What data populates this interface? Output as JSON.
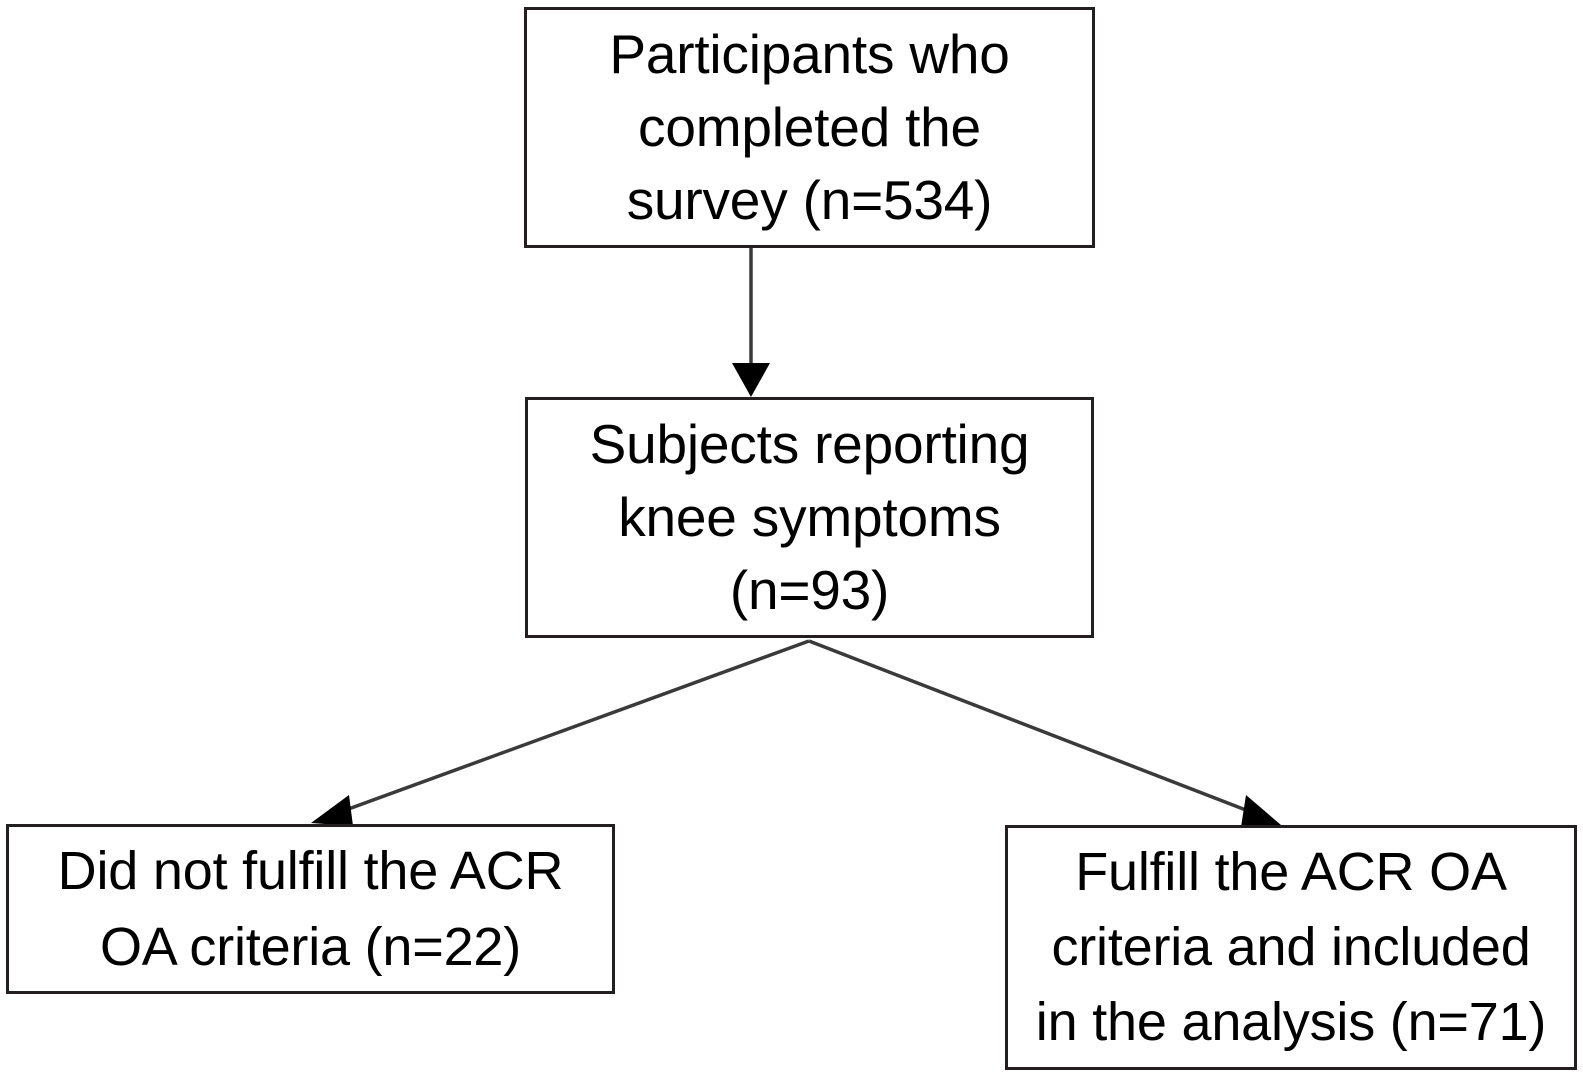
{
  "diagram": {
    "type": "participant-flow-diagram",
    "background_color": "#ffffff",
    "line_color": "#231f20",
    "text_color": "#000000",
    "nodes": [
      {
        "id": "completed-survey",
        "text": "Participants who\ncompleted the\nsurvey (n=534)",
        "lines": [
          "Participants who",
          "completed the",
          "survey (n=534)"
        ],
        "count_label": "n=534",
        "count": 534
      },
      {
        "id": "knee-symptoms",
        "text": "Subjects reporting\nknee symptoms\n(n=93)",
        "lines": [
          "Subjects reporting",
          "knee symptoms",
          "(n=93)"
        ],
        "count_label": "n=93",
        "count": 93
      },
      {
        "id": "not-fulfill",
        "text": "Did not fulfill the ACR\nOA criteria (n=22)",
        "lines": [
          "Did not fulfill the ACR",
          "OA criteria (n=22)"
        ],
        "count_label": "n=22",
        "count": 22
      },
      {
        "id": "fulfill",
        "text": "Fulfill the ACR OA\ncriteria and included\nin the analysis (n=71)",
        "lines": [
          "Fulfill the ACR OA",
          "criteria and included",
          "in the analysis (n=71)"
        ],
        "count_label": "n=71",
        "count": 71
      }
    ],
    "connectors": [
      {
        "id": "survey-to-symptoms",
        "from": "completed-survey",
        "to": "knee-symptoms",
        "arrowhead": "filled-triangle-down"
      },
      {
        "id": "symptoms-to-not-fulfill",
        "from": "knee-symptoms",
        "to": "not-fulfill",
        "arrowhead": "filled-triangle-down-left"
      },
      {
        "id": "symptoms-to-fulfill",
        "from": "knee-symptoms",
        "to": "fulfill",
        "arrowhead": "filled-triangle-down-right"
      }
    ]
  }
}
